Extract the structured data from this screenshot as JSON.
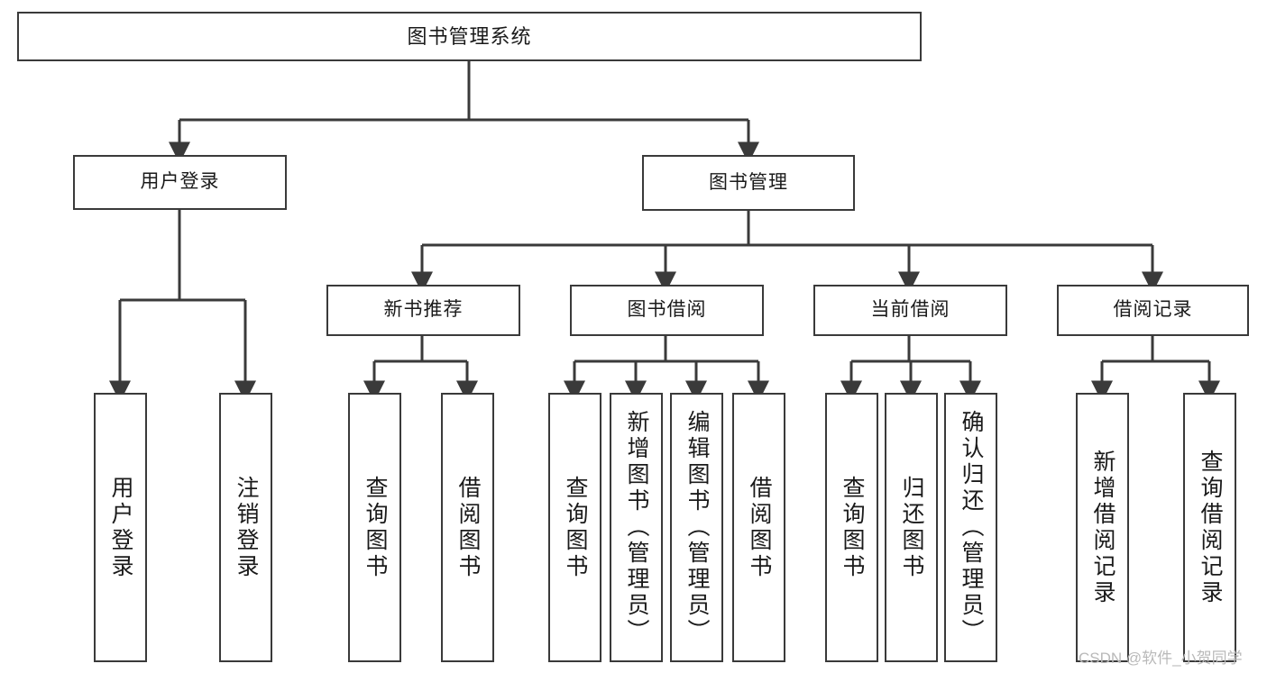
{
  "diagram": {
    "title": "图书管理系统",
    "type": "hierarchy-tree",
    "watermark": "CSDN @软件_小贺同学",
    "colors": {
      "background": "#ffffff",
      "box_border": "#3a3a3a",
      "connector": "#3a3a3a",
      "text": "#1a1a1a",
      "watermark": "#b9b9b9"
    },
    "root": {
      "label": "图书管理系统"
    },
    "level2": [
      {
        "label": "用户登录"
      },
      {
        "label": "图书管理"
      }
    ],
    "level3": [
      {
        "label": "新书推荐"
      },
      {
        "label": "图书借阅"
      },
      {
        "label": "当前借阅"
      },
      {
        "label": "借阅记录"
      }
    ],
    "leaves": {
      "user_login": [
        {
          "label": "用户登录"
        },
        {
          "label": "注销登录"
        }
      ],
      "new_book_recommend": [
        {
          "label": "查询图书"
        },
        {
          "label": "借阅图书"
        }
      ],
      "book_borrow": [
        {
          "label": "查询图书"
        },
        {
          "label": "新增图书（管理员）"
        },
        {
          "label": "编辑图书（管理员）"
        },
        {
          "label": "借阅图书"
        }
      ],
      "current_borrow": [
        {
          "label": "查询图书"
        },
        {
          "label": "归还图书"
        },
        {
          "label": "确认归还（管理员）"
        }
      ],
      "borrow_record": [
        {
          "label": "新增借阅记录"
        },
        {
          "label": "查询借阅记录"
        }
      ]
    }
  }
}
